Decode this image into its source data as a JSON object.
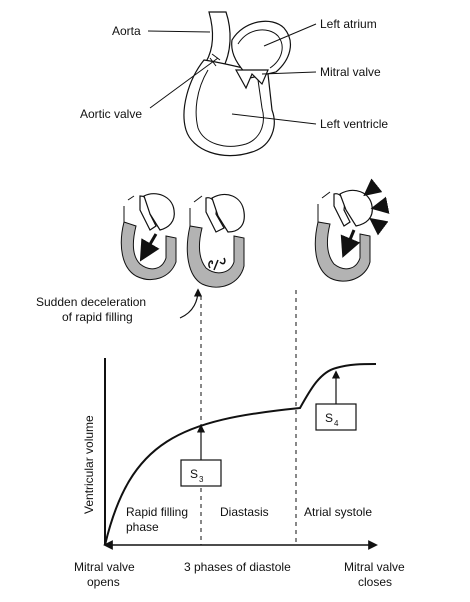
{
  "labels": {
    "aorta": "Aorta",
    "left_atrium": "Left atrium",
    "mitral_valve": "Mitral valve",
    "aortic_valve": "Aortic valve",
    "left_ventricle": "Left ventricle",
    "sudden_decel_1": "Sudden deceleration",
    "sudden_decel_2": "of rapid filling",
    "y_axis": "Ventricular volume",
    "rapid_filling_1": "Rapid filling",
    "rapid_filling_2": "phase",
    "diastasis": "Diastasis",
    "atrial_systole": "Atrial systole",
    "mitral_opens_1": "Mitral valve",
    "mitral_opens_2": "opens",
    "phases": "3 phases of diastole",
    "mitral_closes_1": "Mitral valve",
    "mitral_closes_2": "closes"
  },
  "boxes": {
    "s3": {
      "letter": "S",
      "sub": "3"
    },
    "s4": {
      "letter": "S",
      "sub": "4"
    }
  }
}
